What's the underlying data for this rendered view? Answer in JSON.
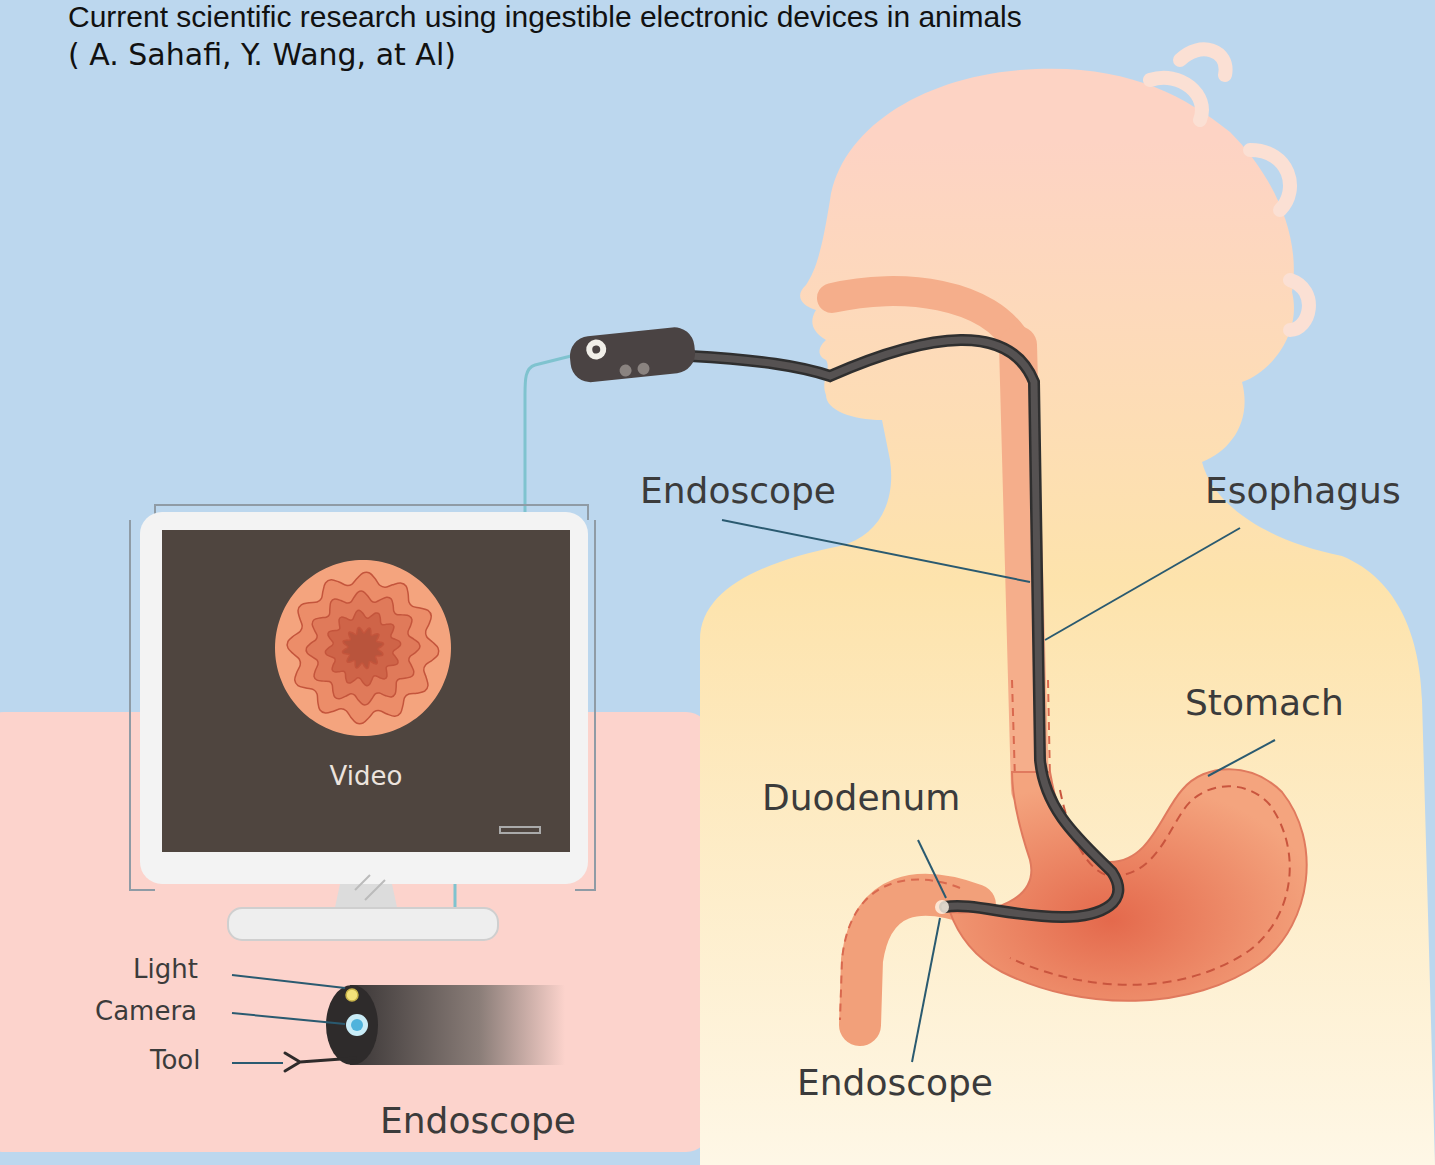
{
  "diagram": {
    "title": "Current scientific research using ingestible electronic devices in animals",
    "labels": [
      "( A. Sahafi, Y. Wang, at Al)",
      "Endoscope",
      "Esophagus",
      "Stomach",
      "Duodenum",
      "Endoscope",
      "Video",
      "Light",
      "Camera",
      "Tool",
      "Endoscope"
    ]
  }
}
